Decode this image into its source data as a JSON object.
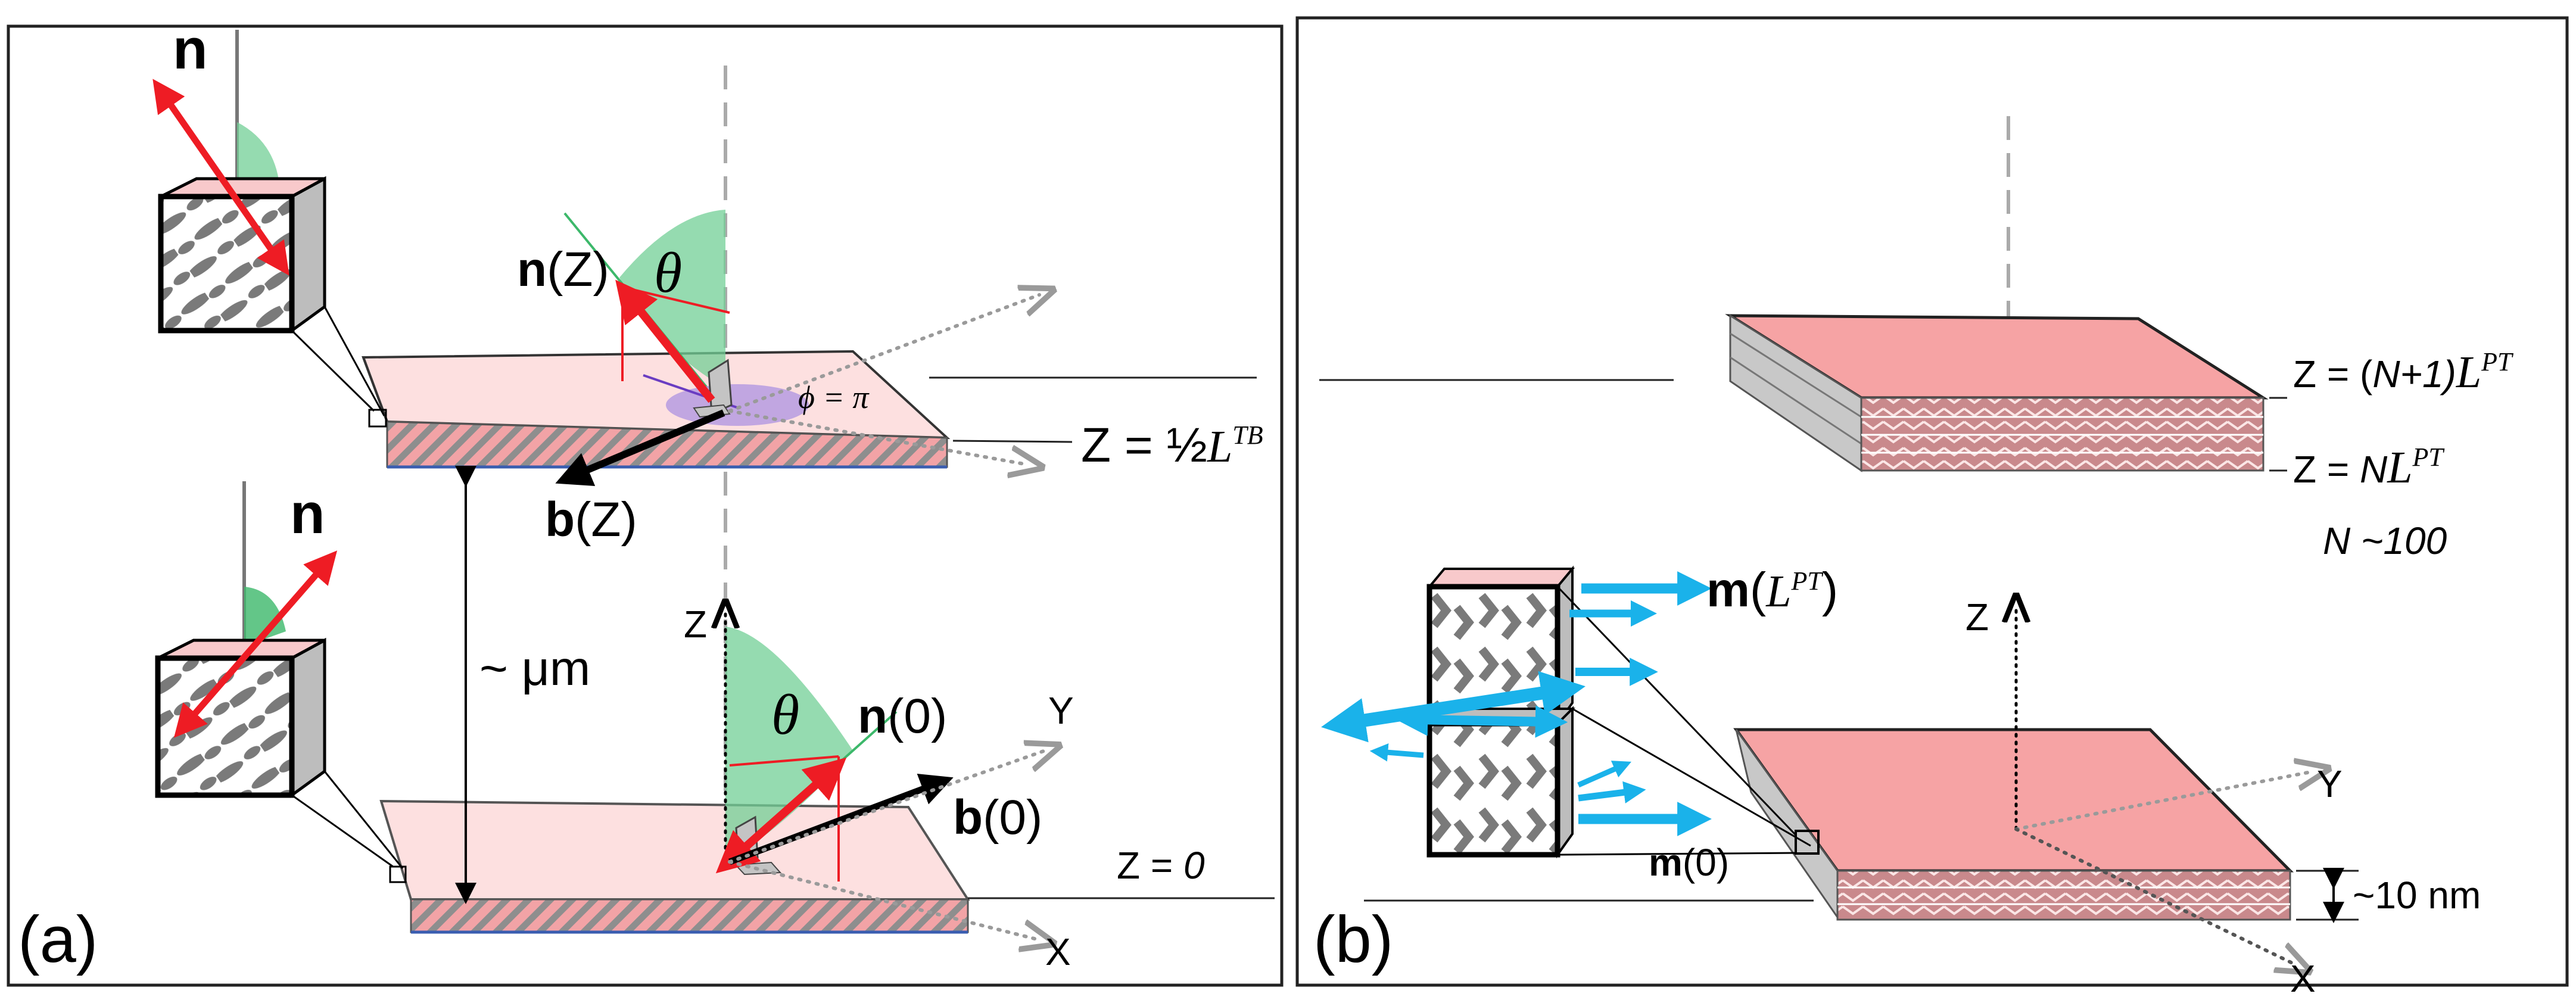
{
  "panel_a": {
    "tag": "(a)",
    "upper_director_label": "n",
    "lower_director_label": "n",
    "nZ_label": {
      "main": "n",
      "arg": "(Z)"
    },
    "theta_label": "θ",
    "phi_label": "ϕ = π",
    "bZ_label": {
      "main": "b",
      "arg": "(Z)"
    },
    "z_half": {
      "prefix": "Z = ½",
      "L": "L",
      "sup": "TB"
    },
    "spacing_label": "~ μm",
    "axis_z": "Z",
    "axis_y": "Y",
    "axis_x": "X",
    "theta_label_2": "θ",
    "n0_label": {
      "main": "n",
      "arg": "(0)"
    },
    "b0_label": {
      "main": "b",
      "arg": "(0)"
    },
    "z_zero": {
      "prefix": "Z = ",
      "value": "0"
    }
  },
  "panel_b": {
    "tag": "(b)",
    "top_level": {
      "prefix": "Z = (",
      "N": "N",
      "mid": "+1)",
      "L": "L",
      "sup": "PT"
    },
    "bot_level": {
      "prefix": "Z = ",
      "N": "N",
      "L": "L",
      "sup": "PT"
    },
    "n_count": "N ~100",
    "axis_z": "Z",
    "axis_y": "Y",
    "axis_x": "X",
    "m_top_label": {
      "main": "m",
      "open": "(",
      "L": "L",
      "sup": "PT",
      "close": ")"
    },
    "m0_label": {
      "main": "m",
      "arg": "(0)"
    },
    "thickness_label": "~10 nm"
  },
  "colors": {
    "director_red": "#ee1c24",
    "polarization_blue": "#1ab2ea",
    "slab_pink": "#f6a3a4",
    "slab_light": "#fde0e0",
    "cone_green": "#72cf95",
    "phi_purple": "#b69be0",
    "axis_gray": "#9a9a9a"
  }
}
